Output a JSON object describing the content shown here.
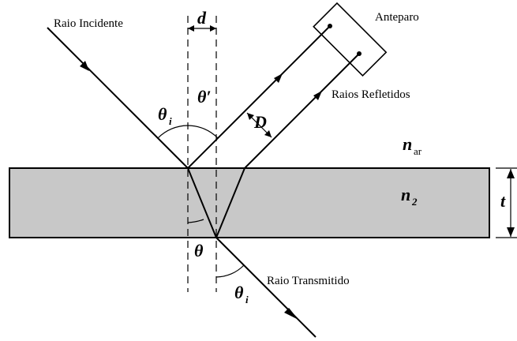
{
  "labels": {
    "incident_ray": "Raio Incidente",
    "screen": "Anteparo",
    "reflected_rays": "Raios Refletidos",
    "transmitted_ray": "Raio Transmitido"
  },
  "symbols": {
    "theta_i": "θ",
    "theta_i_sub": "i",
    "theta_prime": "θ′",
    "theta": "θ",
    "d": "d",
    "D": "D",
    "t": "t",
    "n_air": "n",
    "n_air_sub": "ar",
    "n2": "n",
    "n2_sub": "2",
    "theta_i_bottom": "θ",
    "theta_i_bottom_sub": "i"
  },
  "colors": {
    "slab_fill": "#c8c8c8",
    "stroke": "#000000",
    "background": "#ffffff"
  }
}
